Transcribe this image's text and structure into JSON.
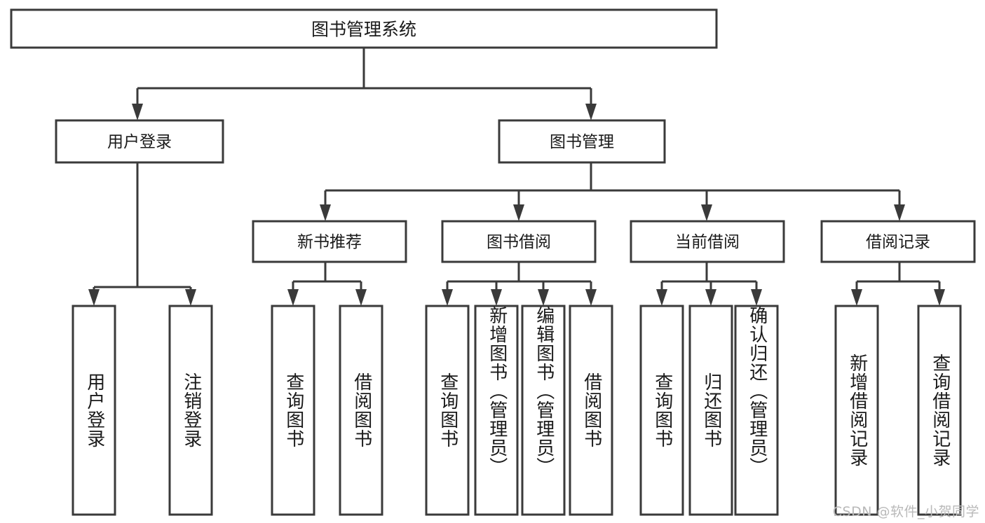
{
  "diagram": {
    "type": "tree",
    "title": "图书管理系统",
    "orientation": "top-down",
    "colors": {
      "box_stroke": "#3a3a3a",
      "box_fill": "#ffffff",
      "connector": "#3a3a3a",
      "text": "#1a1a1a",
      "watermark": "#b9b9b9",
      "background": "#ffffff"
    },
    "watermark": "CSDN @软件_小贺同学",
    "levels": {
      "root": {
        "label": "图书管理系统"
      },
      "level2": [
        {
          "id": "user-login",
          "label": "用户登录"
        },
        {
          "id": "book-manage",
          "label": "图书管理"
        }
      ],
      "level3": [
        {
          "id": "new-book-rec",
          "label": "新书推荐",
          "parent": "book-manage"
        },
        {
          "id": "book-borrow",
          "label": "图书借阅",
          "parent": "book-manage"
        },
        {
          "id": "current-borrow",
          "label": "当前借阅",
          "parent": "book-manage"
        },
        {
          "id": "borrow-record",
          "label": "借阅记录",
          "parent": "book-manage"
        }
      ],
      "leaves": [
        {
          "id": "leaf-user-login",
          "label": "用户登录",
          "parent": "user-login"
        },
        {
          "id": "leaf-logout",
          "label": "注销登录",
          "parent": "user-login"
        },
        {
          "id": "leaf-query-book-rec",
          "label": "查询图书",
          "parent": "new-book-rec"
        },
        {
          "id": "leaf-borrow-book-rec",
          "label": "借阅图书",
          "parent": "new-book-rec"
        },
        {
          "id": "leaf-query-book-bb",
          "label": "查询图书",
          "parent": "book-borrow"
        },
        {
          "id": "leaf-add-book",
          "label": "新增图书（管理员）",
          "parent": "book-borrow"
        },
        {
          "id": "leaf-edit-book",
          "label": "编辑图书（管理员）",
          "parent": "book-borrow"
        },
        {
          "id": "leaf-borrow-book-bb",
          "label": "借阅图书",
          "parent": "book-borrow"
        },
        {
          "id": "leaf-query-book-cb",
          "label": "查询图书",
          "parent": "current-borrow"
        },
        {
          "id": "leaf-return-book",
          "label": "归还图书",
          "parent": "current-borrow"
        },
        {
          "id": "leaf-confirm-return",
          "label": "确认归还（管理员）",
          "parent": "current-borrow"
        },
        {
          "id": "leaf-add-record",
          "label": "新增借阅记录",
          "parent": "borrow-record"
        },
        {
          "id": "leaf-query-record",
          "label": "查询借阅记录",
          "parent": "borrow-record"
        }
      ]
    }
  }
}
